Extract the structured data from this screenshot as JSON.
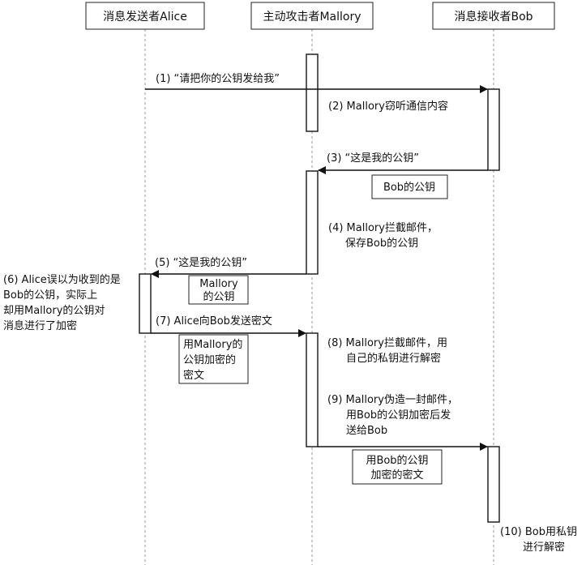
{
  "participants": {
    "alice": "消息发送者Alice",
    "mallory": "主动攻击者Mallory",
    "bob": "消息接收者Bob"
  },
  "messages": {
    "m1": "(1) “请把你的公钥发给我”",
    "m3": "(3) “这是我的公钥”",
    "m5": "(5) “这是我的公钥”",
    "m7": "(7) Alice向Bob发送密文"
  },
  "notes": {
    "n2": [
      "(2) Mallory窃听通信内容"
    ],
    "n4": [
      "(4) Mallory拦截邮件，",
      "保存Bob的公钥"
    ],
    "n6": [
      "(6) Alice误以为收到的是",
      "Bob的公钥，实际上",
      "却用Mallory的公钥对",
      "消息进行了加密"
    ],
    "n8": [
      "(8) Mallory拦截邮件，用",
      "自己的私钥进行解密"
    ],
    "n9": [
      "(9) Mallory伪造一封邮件，",
      "用Bob的公钥加密后发",
      "送给Bob"
    ],
    "n10": [
      "(10) Bob用私钥",
      "进行解密"
    ]
  },
  "payloads": {
    "p3": [
      "Bob的公钥"
    ],
    "p5": [
      "Mallory",
      "的公钥"
    ],
    "p7": [
      "用Mallory的",
      "公钥加密的",
      "密文"
    ],
    "p9": [
      "用Bob的公钥",
      "加密的密文"
    ]
  }
}
